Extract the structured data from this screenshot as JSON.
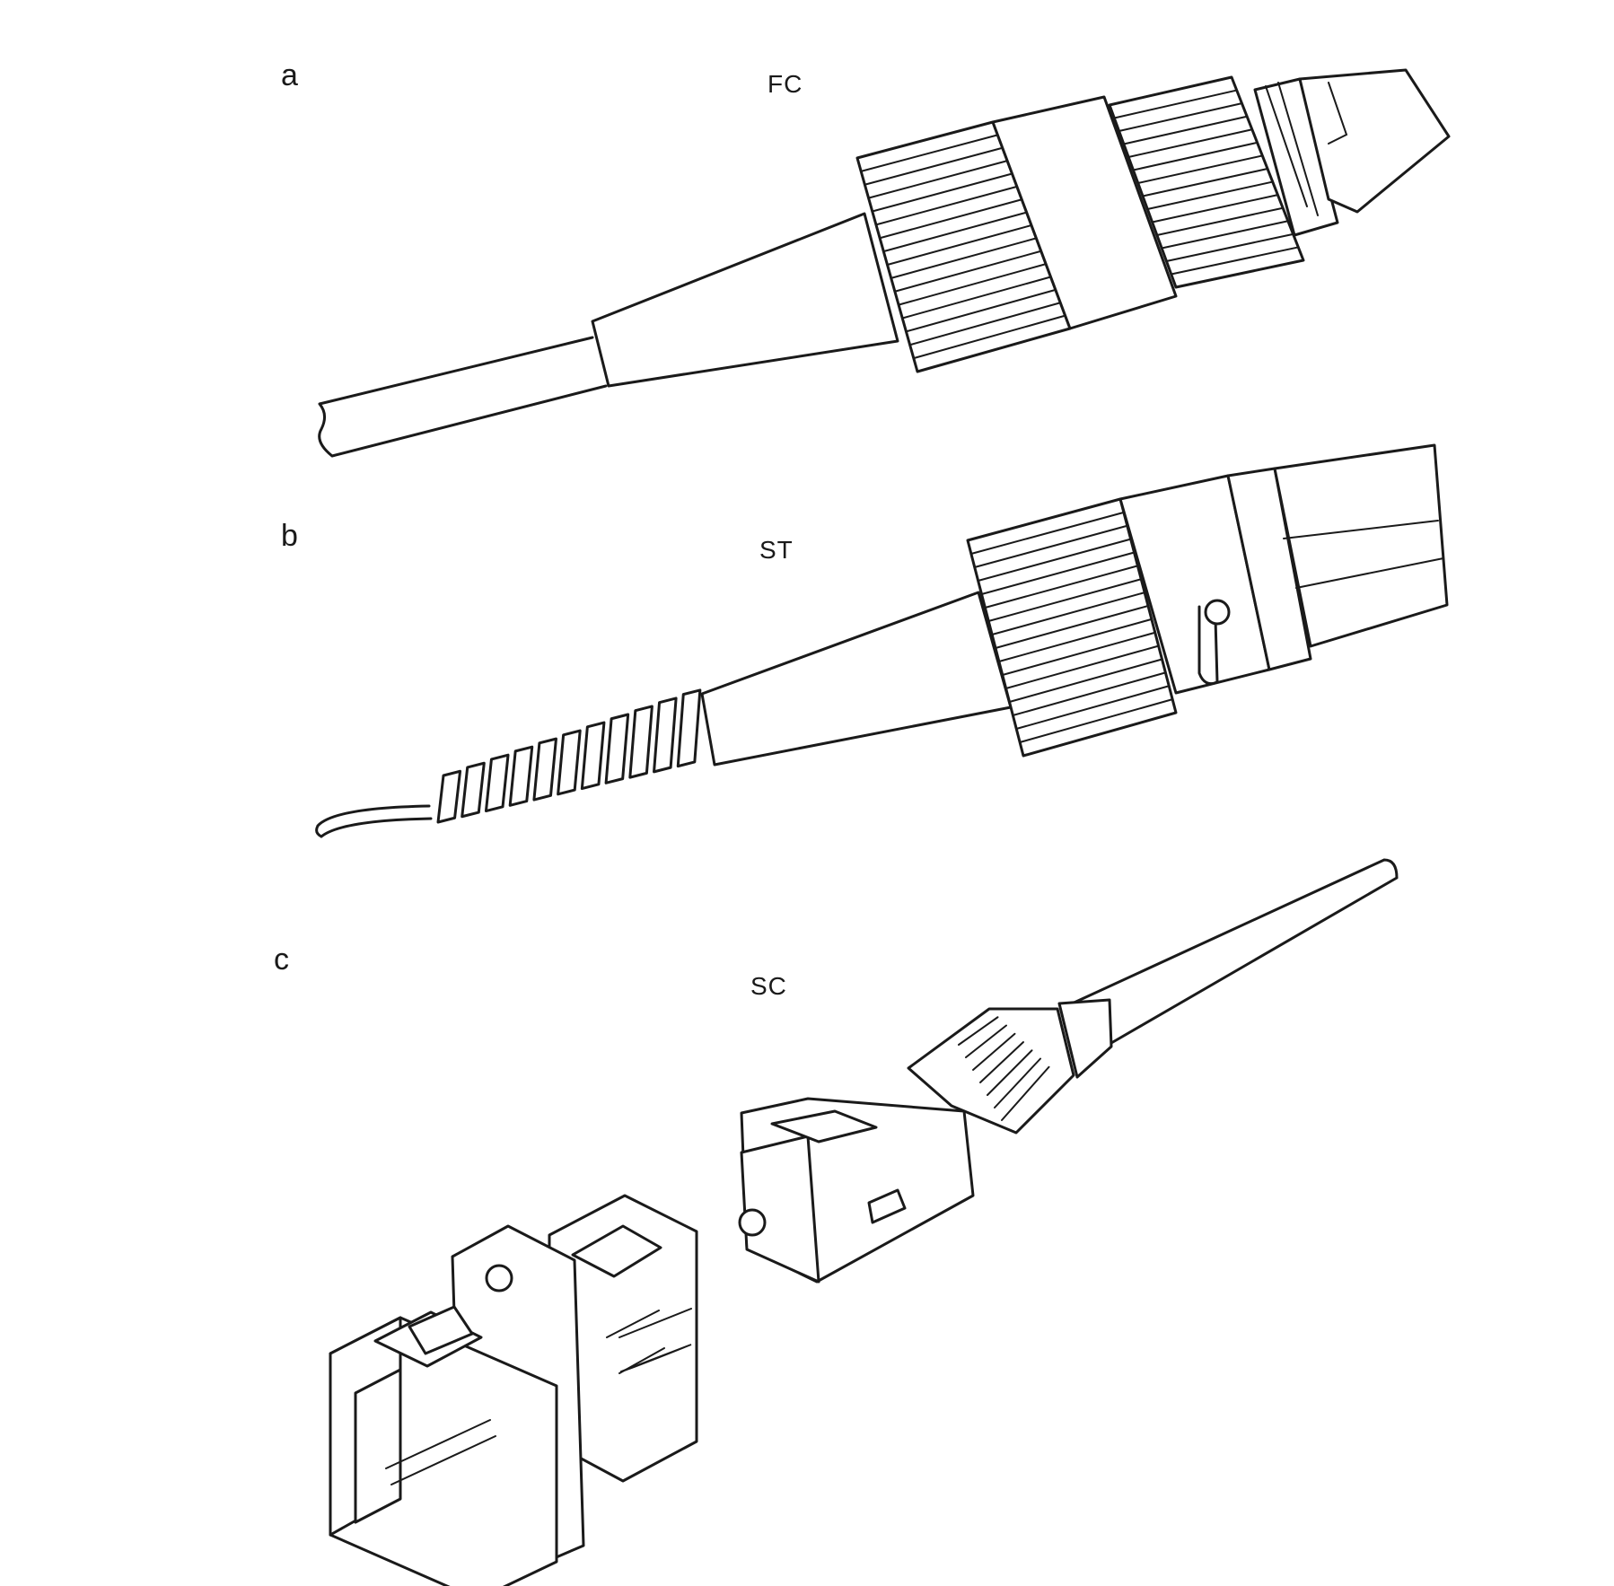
{
  "panels": [
    {
      "letter": "a",
      "name": "FC"
    },
    {
      "letter": "b",
      "name": "ST"
    },
    {
      "letter": "c",
      "name": "SC"
    }
  ],
  "colors": {
    "ink": "#1a1a1a",
    "paper": "#ffffff"
  }
}
